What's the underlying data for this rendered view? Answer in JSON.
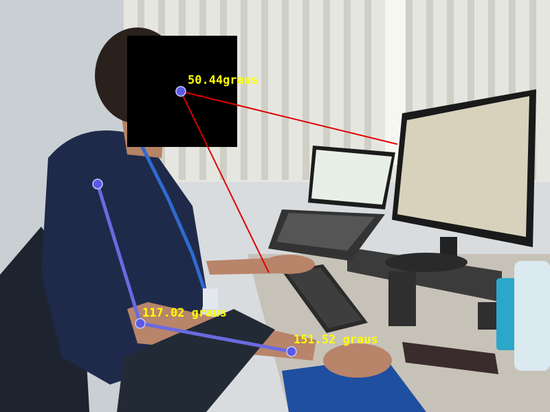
{
  "annotations": {
    "head_angle": "50.44graus",
    "elbow_angle": "117.02 graus",
    "wrist_angle": "151.52 graus"
  },
  "colors": {
    "label": "#ffff00",
    "sight_line": "#e00000",
    "arm_line": "#6a6ae0",
    "joint_fill": "#5a5ae8",
    "privacy_box": "#000000"
  },
  "scene": {
    "description_icons": [
      "person-silhouette",
      "monitor",
      "laptop",
      "keyboard",
      "window-blinds"
    ],
    "face_redacted": true
  }
}
